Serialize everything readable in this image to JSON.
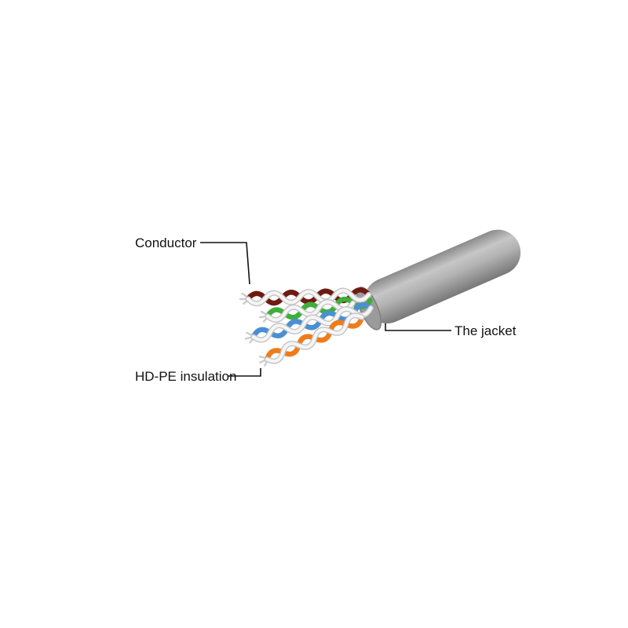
{
  "diagram": {
    "type": "cable-cutaway",
    "labels": {
      "conductor": "Conductor",
      "jacket": "The jacket",
      "insulation": "HD-PE insulation"
    }
  },
  "colors": {
    "wire_maroon": "#6e1b12",
    "wire_green": "#3fae3b",
    "wire_blue": "#4a8fd4",
    "wire_orange": "#ee7c1d",
    "wire_white_core": "#f5f5f5",
    "wire_white_edge": "#c4c4c4",
    "tip_gray": "#cccccc",
    "cut_face": "#9b9b9b",
    "cut_face_edge": "#7f7f7f",
    "pointer_line": "#111111"
  }
}
